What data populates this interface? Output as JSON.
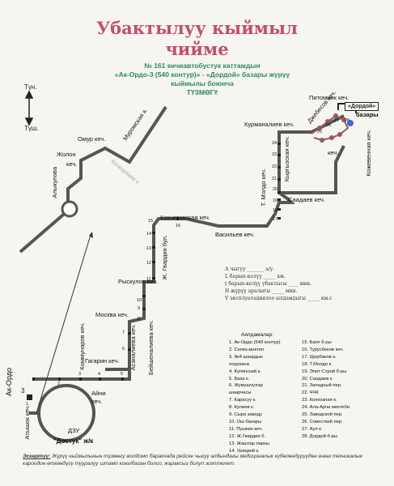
{
  "header": {
    "title_line1": "Убактылуу кыймыл",
    "title_line2": "чийме",
    "sub_line1": "№ 161 кичиавтобустук каттамдын",
    "sub_line2": "«Ак-Ордо-3 (540 контур)» - «Дордой» базары жүрүү",
    "sub_line3": "кыймылы боюнча",
    "sub_line4": "ТҮЗМӨГҮ"
  },
  "compass": {
    "north": "Түн.",
    "south": "Түш."
  },
  "streets": {
    "murom": "Муромская к.",
    "omur": "Омур кеч.",
    "jolon": "Жолон",
    "jolon2": "кеч.",
    "alykulova": "Алыкулова",
    "kokchetav": "Кокчетавская кеч.",
    "vasilev": "Васильев кеч.",
    "tmoldo": "Т. Молдо кеч.",
    "saadaev": "Саадаев кеч.",
    "kyrgyzskaya": "Кыргызская кеч.",
    "kurmanaliev": "Курманалиев кеч.",
    "zhebesov": "Джебесов кеч.",
    "pitomnik": "Питомник кеч.",
    "dordoi": "«Дордой»",
    "dordoi2": "базары",
    "kojevennaya": "Кожевенная кеч.",
    "kev": "кеч.",
    "jgvardia": "Ж. Гвардия бул.",
    "ryskulov": "Рыскулов кеч.",
    "moskva": "Москва кеч.",
    "beishenalieva": "Бейшеналиева кеч.",
    "asanalieva": "Асаналиева кеч.",
    "gagarin": "Гагарин кеч.",
    "kommunarov": "Коммунаров кеч.",
    "aini": "Айни",
    "aini2": "кеч.",
    "akordo": "Ак-Ордо",
    "akordo3": "3",
    "atyshok": "Атышок кеч.",
    "dzu": "ДЗУ",
    "dostuk": "\"Достук\" ж/к",
    "faint": "Кочкорбаев к."
  },
  "legend": [
    "А чыгуу _______ а/у.",
    "L барып-келүү _____ км.",
    "t барып-келүү убактысы ____ мин.",
    "Н жүрүү аралыгы _____ мин.",
    "V эксплуатациялоо ылдамдыгы _____ км.с"
  ],
  "stops_title": "Аялдамалар:",
  "stops_left": [
    "1. Ак-Ордо (540 контур)",
    "2. Селек.мектеп",
    "3. №4 шаардык",
    "оорукана",
    "4. Купянский к.",
    "5. Баха к.",
    "6. Жумушчулар",
    "шаарчасы",
    "7. Карасуу к.",
    "8. Кулиев к.",
    "9. Сыра заводу",
    "10. Ош базары",
    "11. Пушкин кеч.",
    "12. Ж.Гвардия б.",
    "13. Жаштар паркы",
    "14. Урицкий к."
  ],
  "stops_right": [
    "15. Баят б-ры",
    "16. Турусбеков кеч.",
    "17. Щербаков к.",
    "18. Т.Молдо к.",
    "19. Элит Строй б-ры",
    "20. Саадаев к.",
    "21. Западный пер.",
    "22. ЧЧК",
    "23. Колхозная к.",
    "24. Ала-Арча мектеби",
    "25. Заводской пер.",
    "26. Совесткий пер.",
    "27. Аул к.",
    "28. Дордой б-ры"
  ],
  "stop_numbers": [
    "1",
    "2",
    "3",
    "4",
    "5",
    "6",
    "7",
    "8",
    "9",
    "10",
    "11",
    "12",
    "13",
    "14",
    "15",
    "16",
    "17",
    "18",
    "19",
    "20",
    "21",
    "22",
    "23",
    "24",
    "25",
    "26",
    "27",
    "28"
  ],
  "note_label": "Эскертүү:",
  "note_text": " Жүрүү кыймылынын түзмөгү жолдомо баракчада рейске чыгуу алдындагы медициналык күбөлөндүрүүдөн жана техникалык кароодон өткөндүгү тууралуу штамп коюлбаган болсо, жараксыз болуп эсептелет.",
  "colors": {
    "title": "#c0506a",
    "subtitle": "#2e8b57",
    "route": "#555555",
    "detour": "#9a5a5a",
    "terminal": "#3a6fd8"
  }
}
